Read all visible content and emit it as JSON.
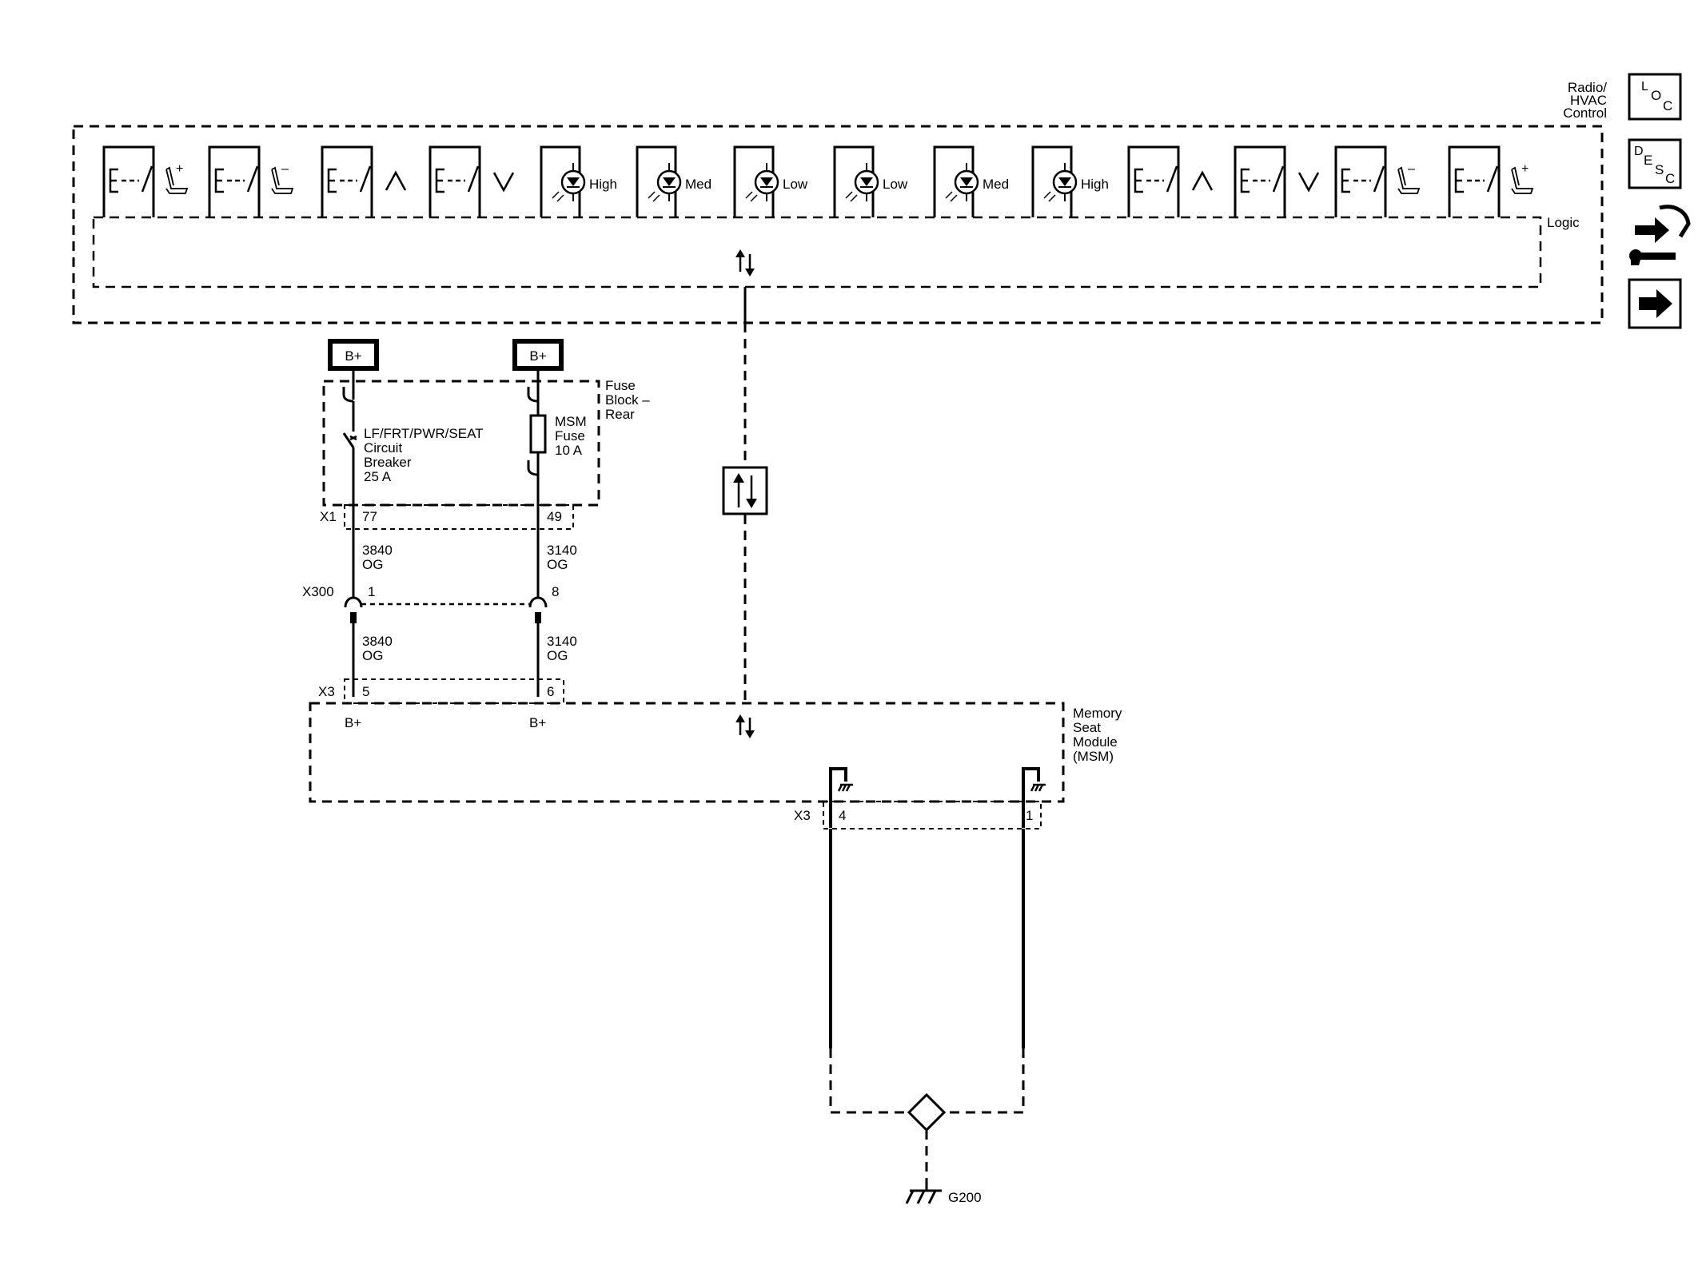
{
  "radio_module": {
    "label_line1": "Radio/",
    "label_line2": "HVAC",
    "label_line3": "Control",
    "logic_label": "Logic",
    "switch_labels": [
      "High",
      "Med",
      "Low",
      "Low",
      "Med",
      "High"
    ]
  },
  "side_icons": {
    "loc": "LOC",
    "desc": "DESC",
    "loc_letters": [
      "L",
      "O",
      "C"
    ],
    "desc_letters": [
      "D",
      "E",
      "S",
      "C"
    ],
    "icons": [
      "location-icon",
      "description-icon",
      "connector-tool-icon",
      "next-arrow-icon"
    ]
  },
  "power": {
    "bplus_left": "B+",
    "bplus_right": "B+"
  },
  "fuse_block": {
    "name_line1": "Fuse",
    "name_line2": "Block –",
    "name_line3": "Rear",
    "breaker_line1": "LF/FRT/PWR/SEAT",
    "breaker_line2": "Circuit",
    "breaker_line3": "Breaker",
    "breaker_line4": "25 A",
    "fuse_line1": "MSM",
    "fuse_line2": "Fuse",
    "fuse_line3": "10 A"
  },
  "connectors": {
    "x1": "X1",
    "x1_left_pin": "77",
    "x1_right_pin": "49",
    "x300": "X300",
    "x300_left_pin": "1",
    "x300_right_pin": "8",
    "x3_top": "X3",
    "x3_left_pin": "5",
    "x3_right_pin": "6",
    "x3_bottom": "X3",
    "x3_ground_left_pin": "4",
    "x3_ground_right_pin": "1"
  },
  "wires": {
    "left_upper_circuit": "3840",
    "left_upper_color": "OG",
    "right_upper_circuit": "3140",
    "right_upper_color": "OG",
    "left_lower_circuit": "3840",
    "left_lower_color": "OG",
    "right_lower_circuit": "3140",
    "right_lower_color": "OG"
  },
  "msm": {
    "name_line1": "Memory",
    "name_line2": "Seat",
    "name_line3": "Module",
    "name_line4": "(MSM)",
    "pin_left_label": "B+",
    "pin_right_label": "B+"
  },
  "ground": {
    "label": "G200"
  }
}
